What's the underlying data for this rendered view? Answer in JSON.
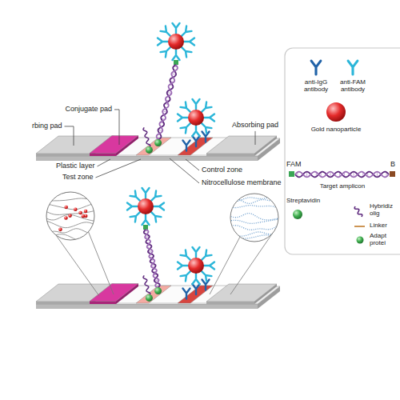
{
  "diagram": {
    "labels": [
      "Conjugate pad",
      "rbing pad",
      "Absorbing pad",
      "Plastic layer",
      "Test zone",
      "Control zone",
      "Nitrocellulose membrane",
      "FAM",
      "B"
    ],
    "legend": [
      {
        "text": "anti-IgG antibody"
      },
      {
        "text": "anti-FAM antibody"
      },
      {
        "text": "Gold nanoparticle"
      },
      {
        "text": "Target amplicon"
      },
      {
        "text": "Streptavidin"
      },
      {
        "text": "Hybridiz olig"
      },
      {
        "text": "Linker"
      },
      {
        "text": "Adapt protei"
      }
    ]
  }
}
